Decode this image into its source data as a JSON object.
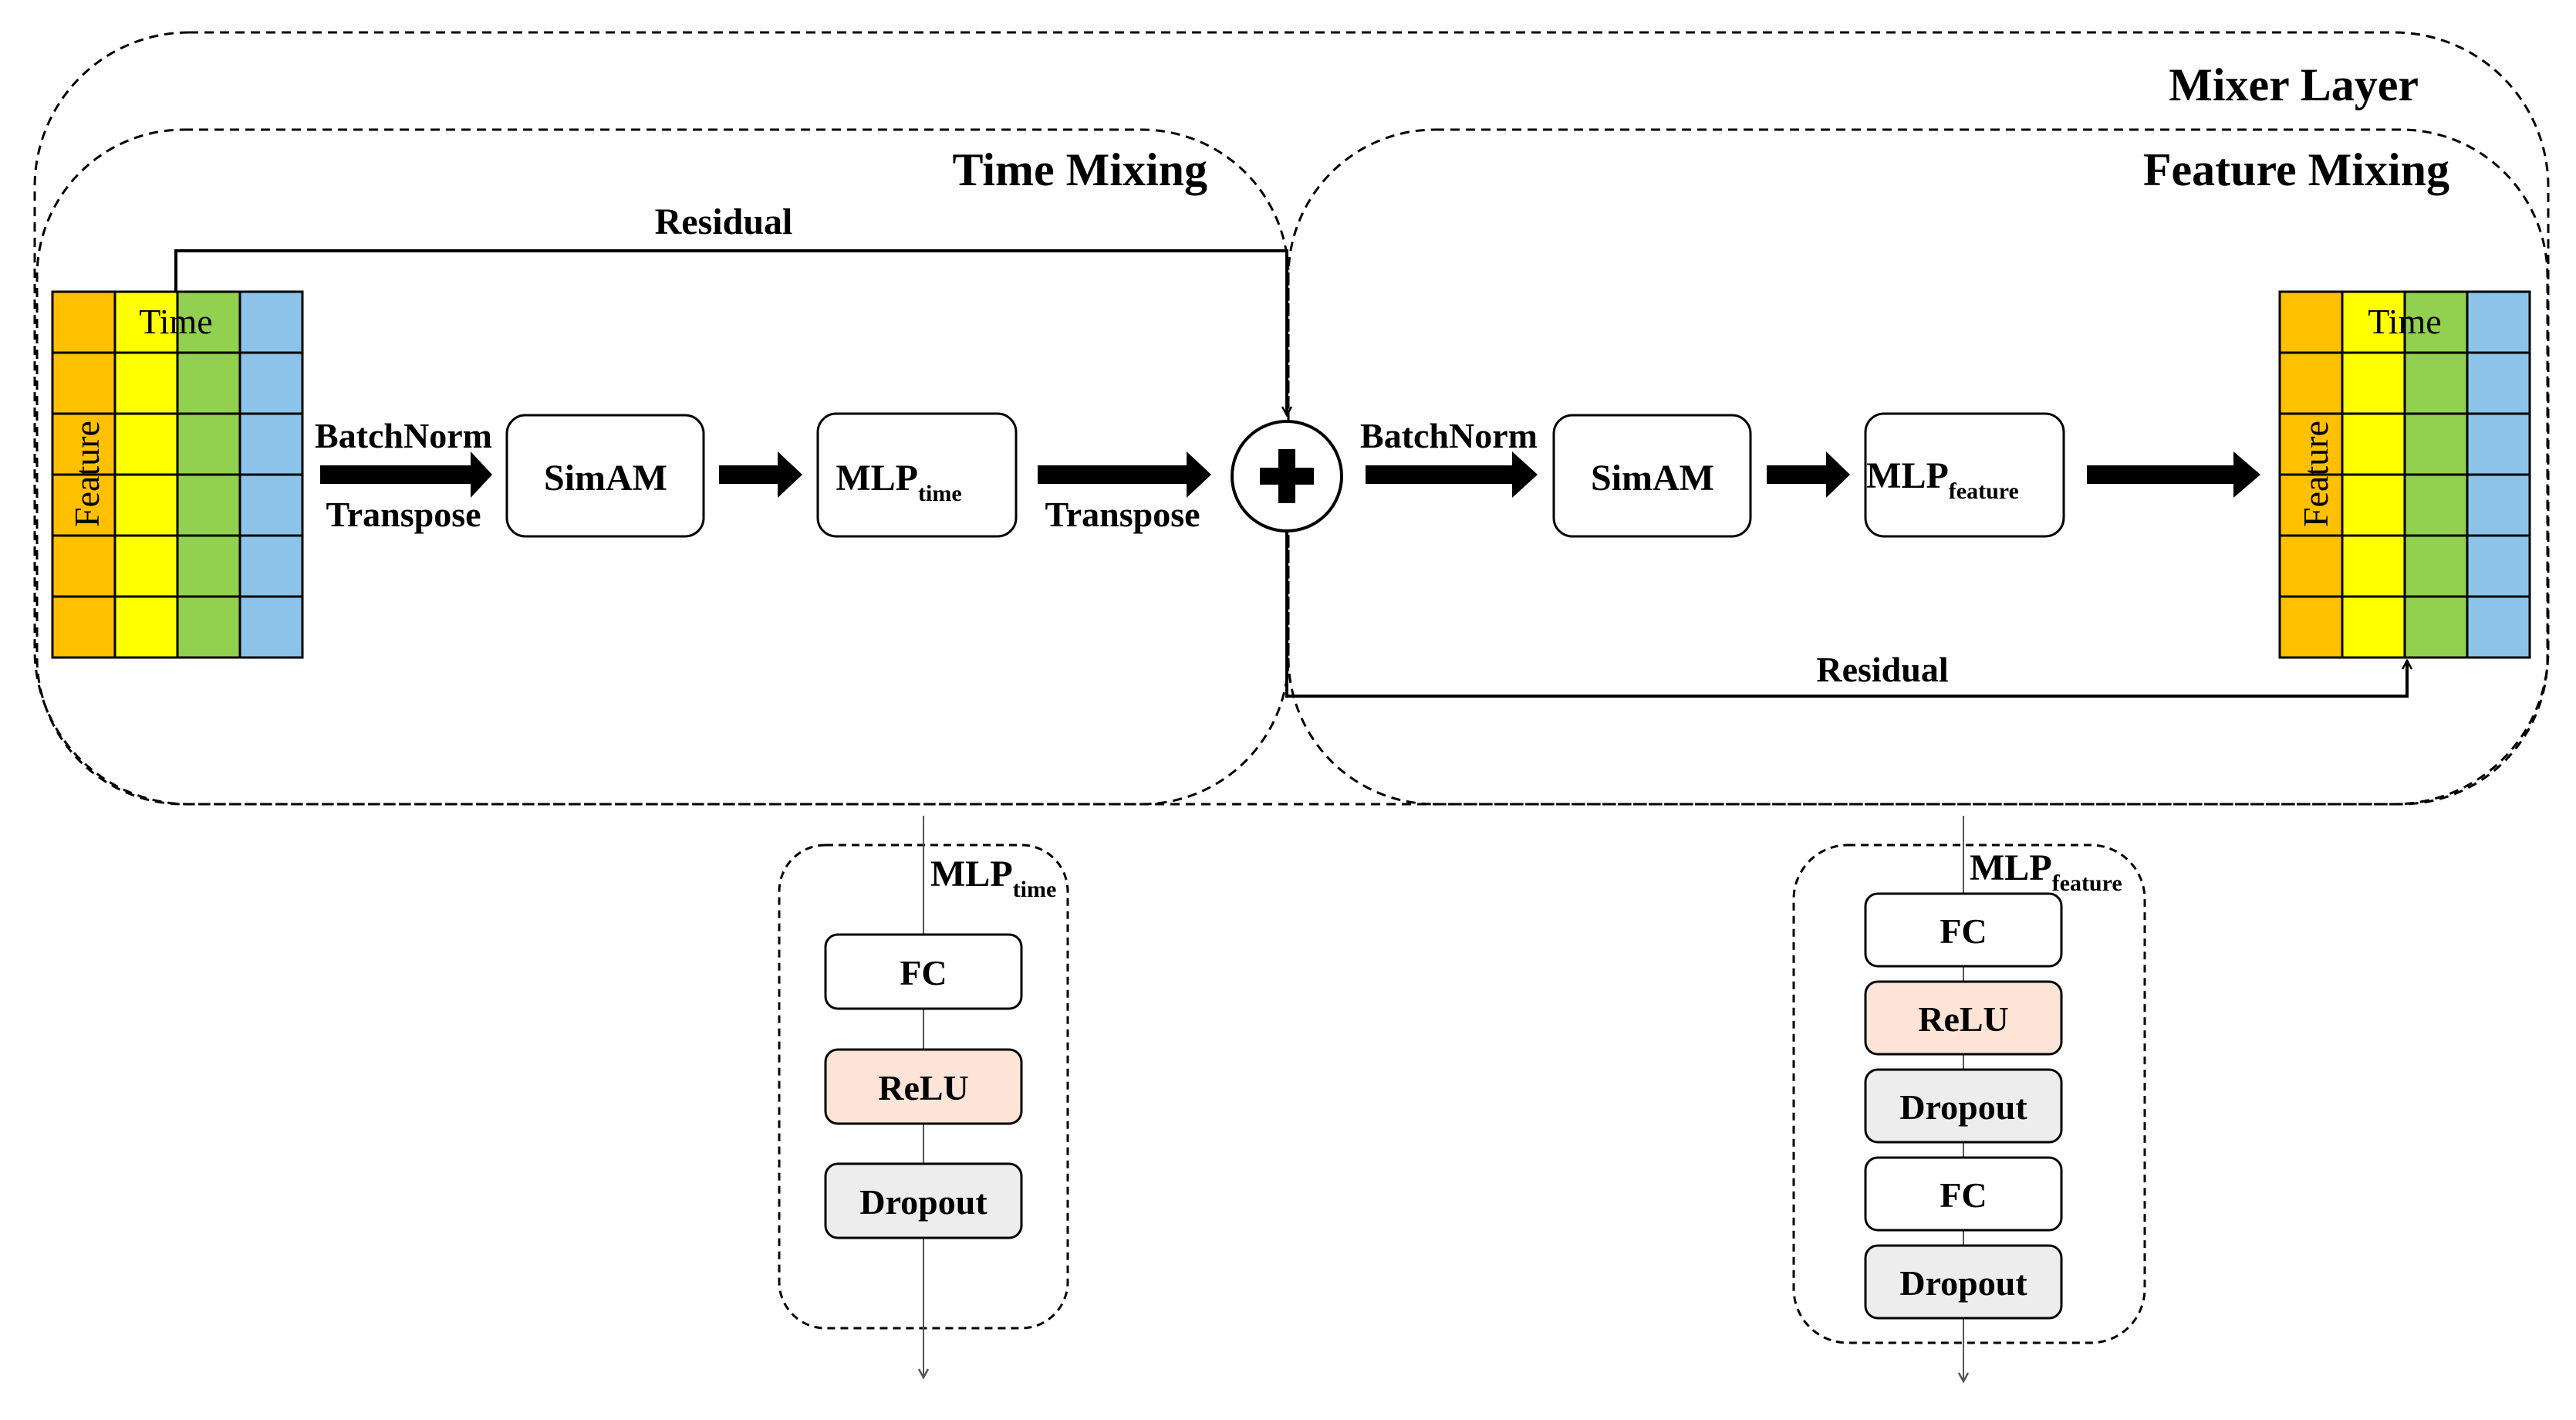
{
  "titles": {
    "mixer_layer": "Mixer Layer",
    "time_mixing": "Time Mixing",
    "feature_mixing": "Feature Mixing"
  },
  "labels": {
    "residual": "Residual",
    "batchnorm": "BatchNorm",
    "transpose": "Transpose",
    "time": "Time",
    "feature": "Feature"
  },
  "blocks": {
    "simam": "SimAM",
    "mlp": "MLP",
    "time_sub": "time",
    "feature_sub": "feature"
  },
  "mlp_time_detail": [
    "FC",
    "ReLU",
    "Dropout"
  ],
  "mlp_feature_detail": [
    "FC",
    "ReLU",
    "Dropout",
    "FC",
    "Dropout"
  ],
  "colors": {
    "col1": "#FFC000",
    "col2": "#FFFF00",
    "col3": "#92D050",
    "col4": "#8DC3E8",
    "relu_fill": "#FDE4D6",
    "dropout_fill": "#EDEDED",
    "stroke": "#000000"
  }
}
